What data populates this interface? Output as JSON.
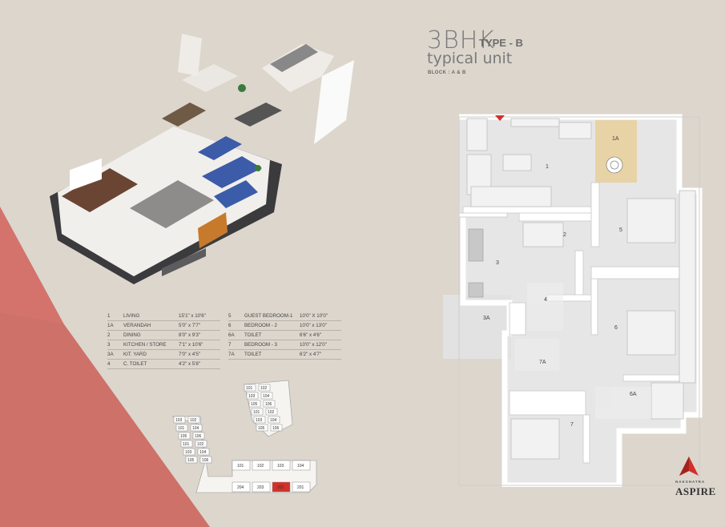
{
  "header": {
    "bhk": "3BHK",
    "type": "TYPE - B",
    "subtitle": "typical unit",
    "block": "BLOCK : A & B"
  },
  "plan_labels": {
    "r1": "1",
    "r1a": "1A",
    "r2": "2",
    "r3": "3",
    "r3a": "3A",
    "r4": "4",
    "r5": "5",
    "r6": "6",
    "r6a": "6A",
    "r7": "7",
    "r7a": "7A"
  },
  "legend_left": [
    {
      "no": "1",
      "name": "LIVING",
      "size": "15'1\" x 10'6\""
    },
    {
      "no": "1A",
      "name": "VERANDAH",
      "size": "5'0\" x 7'7\""
    },
    {
      "no": "2",
      "name": "DINING",
      "size": "8'0\" x 9'3\""
    },
    {
      "no": "3",
      "name": "KITCHEN / STORE",
      "size": "7'1\" x 10'6\""
    },
    {
      "no": "3A",
      "name": "KIT. YARD",
      "size": "7'0\" x 4'5\""
    },
    {
      "no": "4",
      "name": "C. TOILET",
      "size": "4'2\" x 5'8\""
    }
  ],
  "legend_right": [
    {
      "no": "5",
      "name": "GUEST BEDROOM-1",
      "size": "10'0\" X 10'0\""
    },
    {
      "no": "6",
      "name": "BEDROOM - 2",
      "size": "10'0\" x 13'0\""
    },
    {
      "no": "6A",
      "name": "TOILET",
      "size": "6'6\" x 4'6\""
    },
    {
      "no": "7",
      "name": "BEDROOM - 3",
      "size": "10'0\" x 12'0\""
    },
    {
      "no": "7A",
      "name": "TOILET",
      "size": "6'2\" x 4'7\""
    }
  ],
  "keyplan": {
    "upper": [
      "101",
      "102",
      "103",
      "104"
    ],
    "lower": [
      "204",
      "203",
      "202",
      "201"
    ],
    "highlight": "202",
    "cluster1": [
      "103",
      "102",
      "101",
      "104",
      "105",
      "106",
      "101",
      "102",
      "103",
      "104",
      "105",
      "106"
    ],
    "cluster2": [
      "101",
      "102",
      "103",
      "104",
      "105",
      "106",
      "101",
      "102",
      "103",
      "104",
      "105",
      "106"
    ]
  },
  "brand": {
    "small": "NAKSHATRA",
    "name": "ASPIRE"
  },
  "colors": {
    "background": "#dcd6cd",
    "wedge": "#d3736c",
    "verandah": "#e8d3a6",
    "accent": "#d2302a"
  }
}
